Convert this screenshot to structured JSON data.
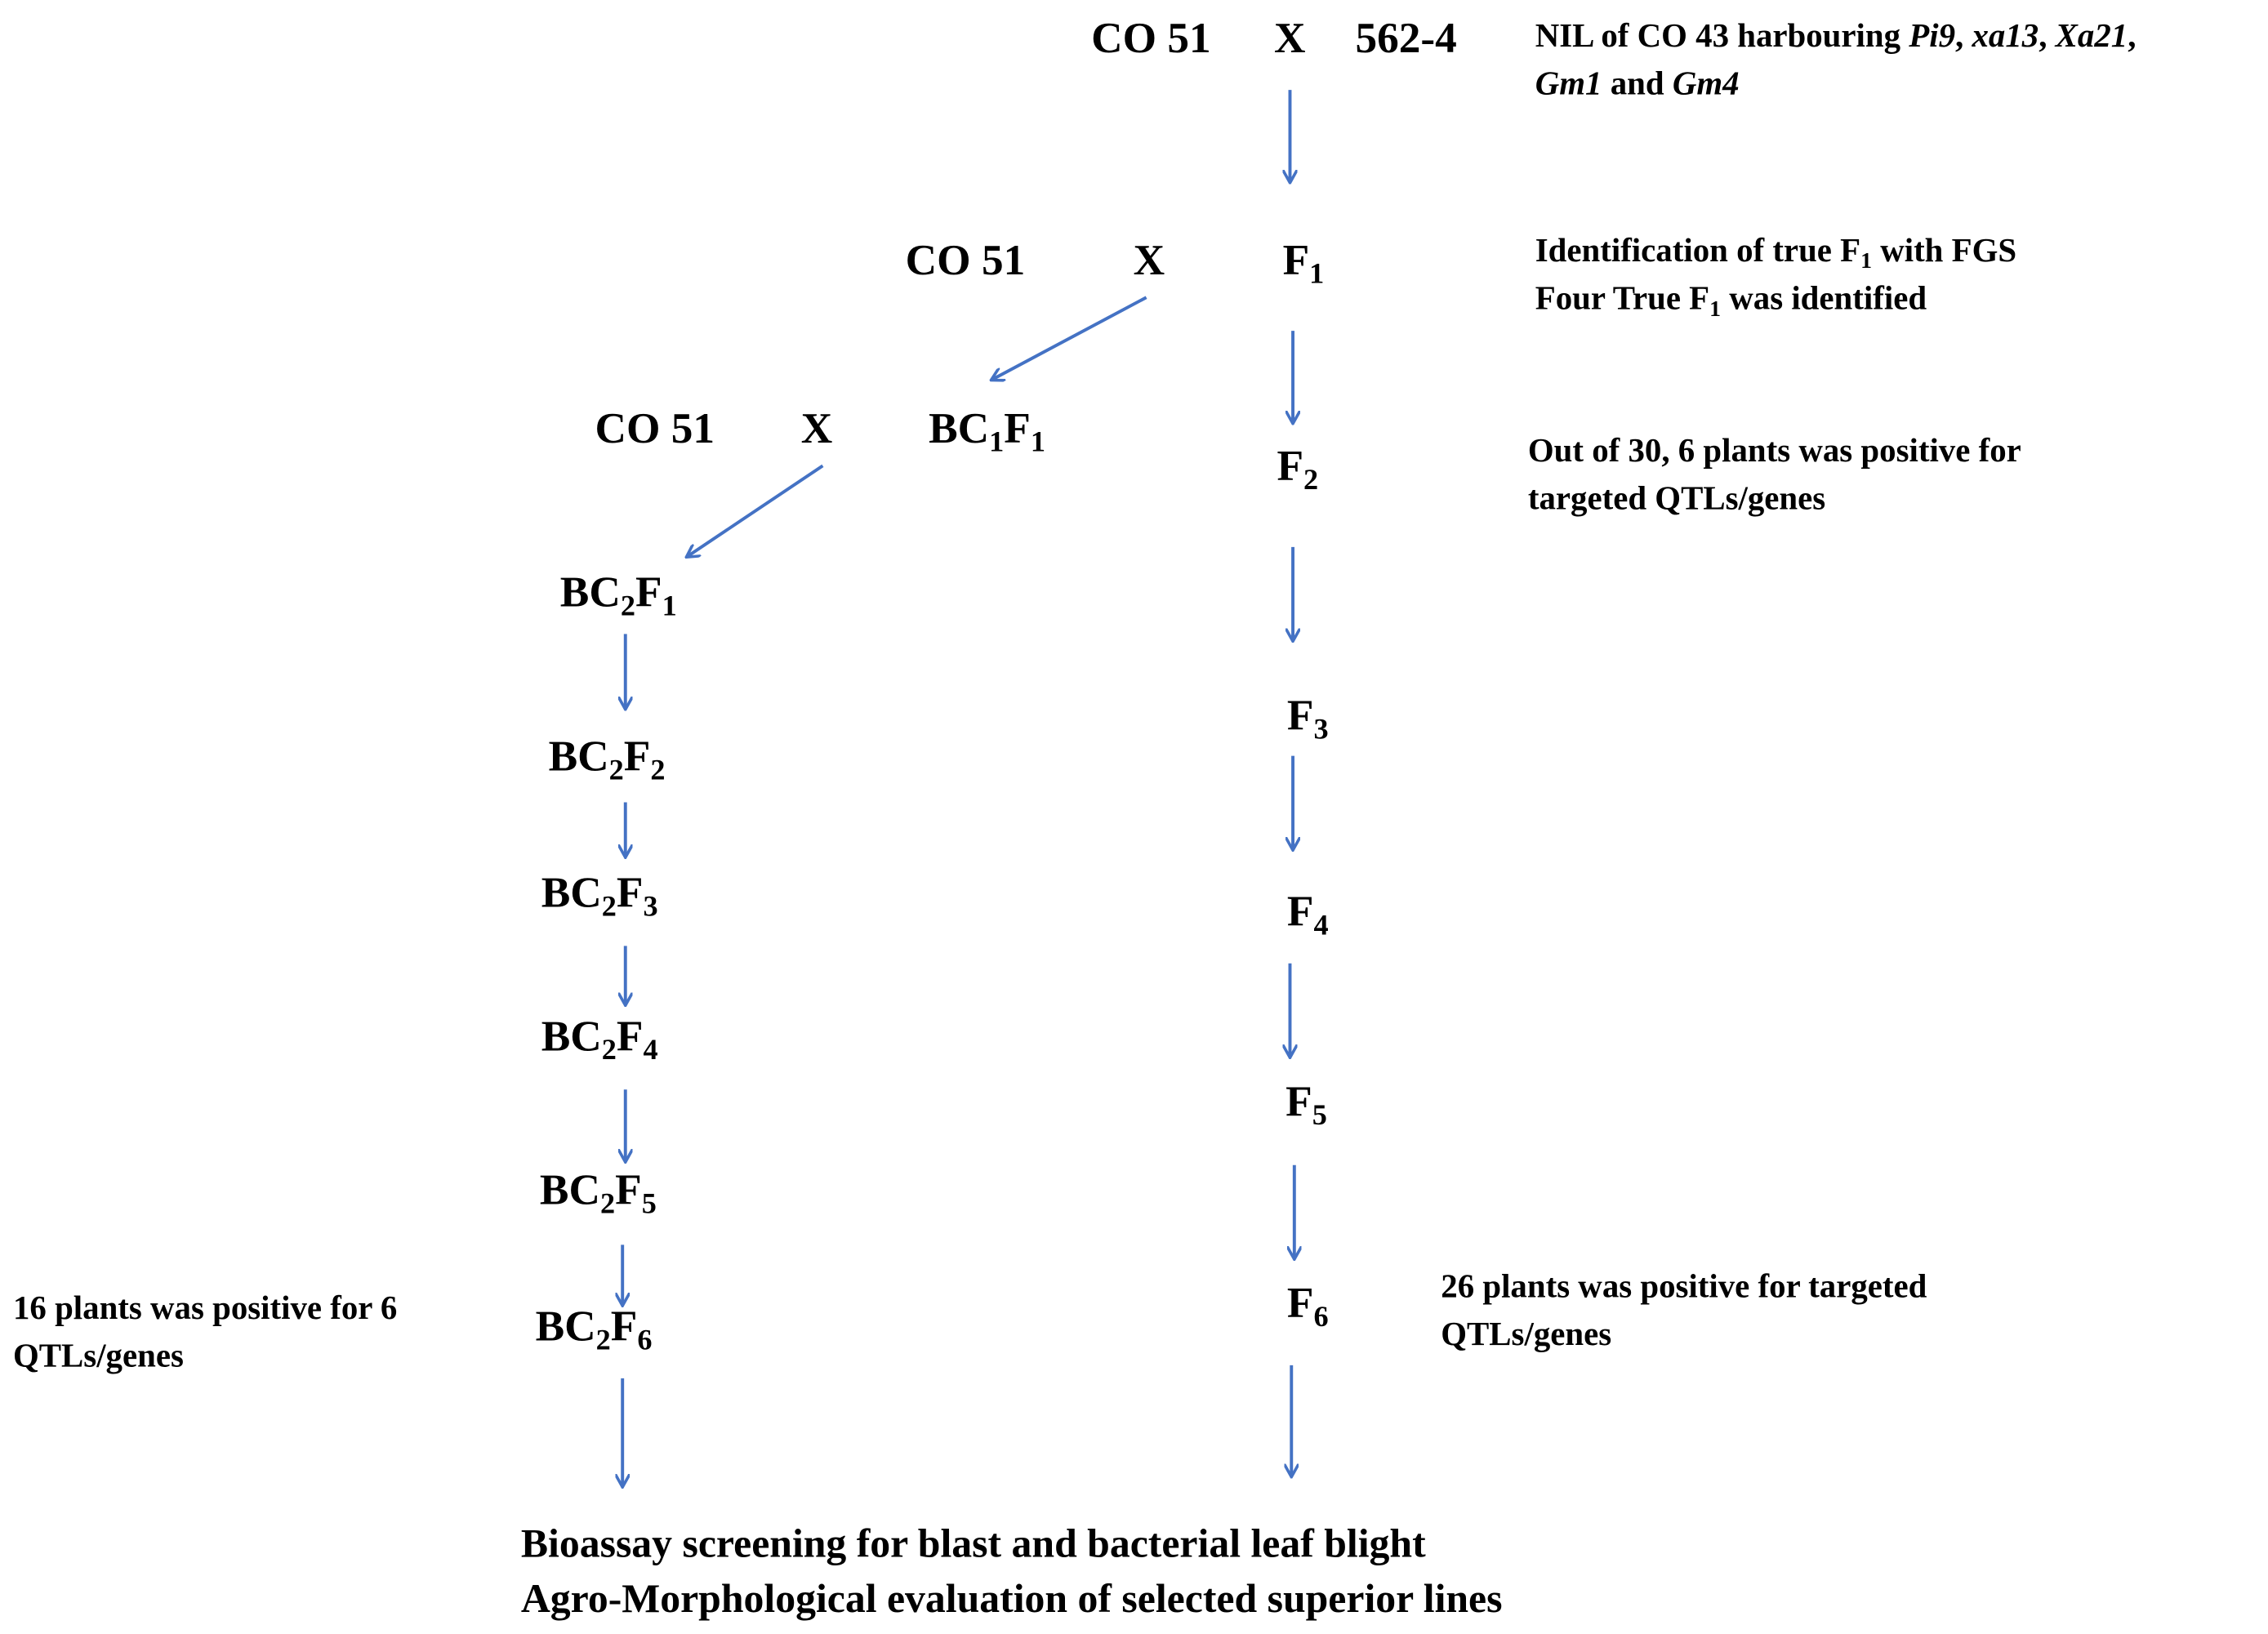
{
  "parents": {
    "recurrent": "CO 51",
    "cross_symbol": "X",
    "donor": "562-4",
    "donor_note": {
      "prefix": "NIL of CO 43 harbouring ",
      "genes": [
        "Pi9",
        "xa13",
        "Xa21",
        "Gm1",
        "Gm4"
      ],
      "sep1": ", ",
      "sep2": ", ",
      "sep3": ",",
      "joiner": " and "
    }
  },
  "f1_cross": {
    "recurrent": "CO 51",
    "cross_symbol": "X",
    "base": "F",
    "gen": "1",
    "note_line1": {
      "a": "Identification of true F",
      "sub": "1",
      "b": " with FGS"
    },
    "note_line2": {
      "a": "Four True F",
      "sub": "1",
      "b": " was identified"
    }
  },
  "bc1_cross": {
    "recurrent": "CO 51",
    "cross_symbol": "X",
    "label": {
      "a": "BC",
      "sub1": "1",
      "b": "F",
      "sub2": "1"
    }
  },
  "backcross_generations": [
    {
      "a": "BC",
      "sub1": "2",
      "b": "F",
      "sub2": "1"
    },
    {
      "a": "BC",
      "sub1": "2",
      "b": "F",
      "sub2": "2"
    },
    {
      "a": "BC",
      "sub1": "2",
      "b": "F",
      "sub2": "3"
    },
    {
      "a": "BC",
      "sub1": "2",
      "b": "F",
      "sub2": "4"
    },
    {
      "a": "BC",
      "sub1": "2",
      "b": "F",
      "sub2": "5"
    },
    {
      "a": "BC",
      "sub1": "2",
      "b": "F",
      "sub2": "6"
    }
  ],
  "selfing_generations": [
    {
      "base": "F",
      "sub": "2"
    },
    {
      "base": "F",
      "sub": "3"
    },
    {
      "base": "F",
      "sub": "4"
    },
    {
      "base": "F",
      "sub": "5"
    },
    {
      "base": "F",
      "sub": "6"
    }
  ],
  "notes": {
    "f2_line1": "Out of 30, 6 plants was positive for",
    "f2_line2": "targeted QTLs/genes",
    "f6_line1": "26 plants was positive for targeted",
    "f6_line2": "QTLs/genes",
    "bc2f6_line1": "16 plants was positive for 6",
    "bc2f6_line2": "QTLs/genes"
  },
  "final": {
    "line1": "Bioassay screening for blast and bacterial leaf blight",
    "line2": "Agro-Morphological evaluation of selected superior lines"
  },
  "colors": {
    "arrow": "#4472C4",
    "text": "#000000"
  }
}
